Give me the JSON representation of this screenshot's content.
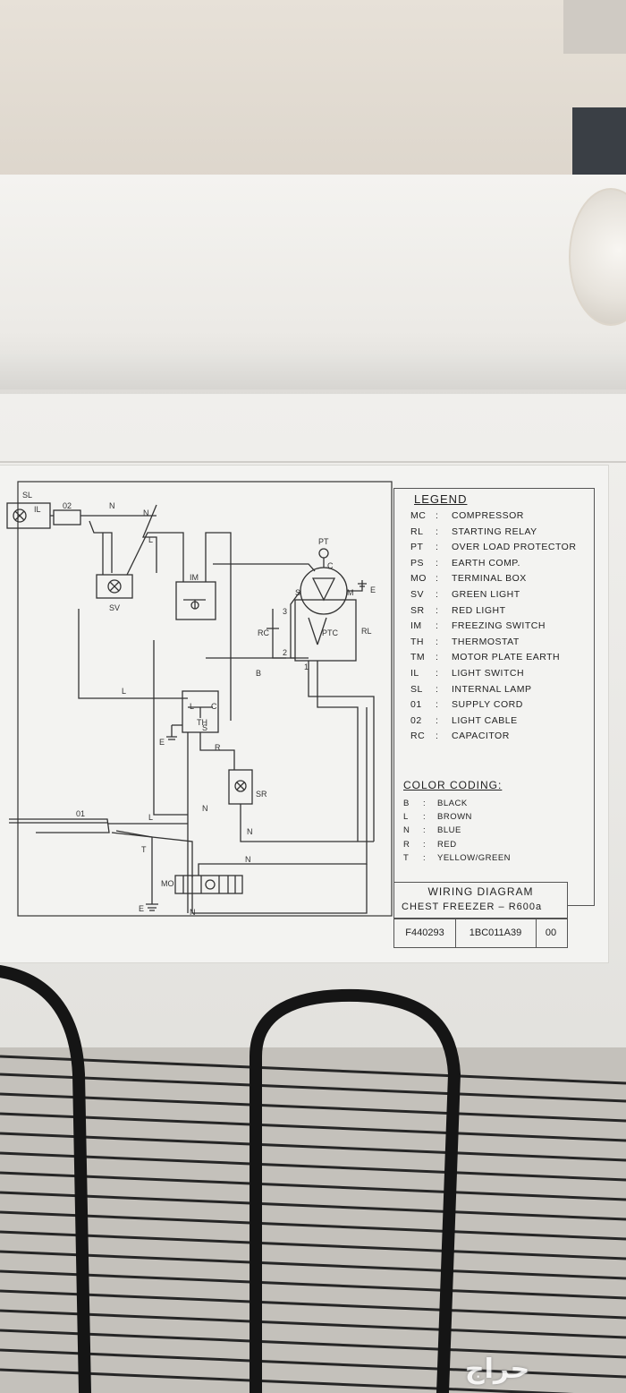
{
  "scene": {
    "watermark": "حراج"
  },
  "legend": {
    "title": "LEGEND",
    "items": [
      {
        "code": "MC",
        "label": "COMPRESSOR"
      },
      {
        "code": "RL",
        "label": "STARTING RELAY"
      },
      {
        "code": "PT",
        "label": "OVER LOAD PROTECTOR"
      },
      {
        "code": "PS",
        "label": "EARTH COMP."
      },
      {
        "code": "MO",
        "label": "TERMINAL BOX"
      },
      {
        "code": "SV",
        "label": "GREEN LIGHT"
      },
      {
        "code": "SR",
        "label": "RED LIGHT"
      },
      {
        "code": "IM",
        "label": "FREEZING SWITCH"
      },
      {
        "code": "TH",
        "label": "THERMOSTAT"
      },
      {
        "code": "TM",
        "label": "MOTOR PLATE EARTH"
      },
      {
        "code": "IL",
        "label": "LIGHT SWITCH"
      },
      {
        "code": "SL",
        "label": "INTERNAL LAMP"
      },
      {
        "code": "01",
        "label": "SUPPLY CORD"
      },
      {
        "code": "02",
        "label": "LIGHT CABLE"
      },
      {
        "code": "RC",
        "label": "CAPACITOR"
      }
    ]
  },
  "color_coding": {
    "title": "COLOR CODING:",
    "items": [
      {
        "code": "B",
        "label": "BLACK"
      },
      {
        "code": "L",
        "label": "BROWN"
      },
      {
        "code": "N",
        "label": "BLUE"
      },
      {
        "code": "R",
        "label": "RED"
      },
      {
        "code": "T",
        "label": "YELLOW/GREEN"
      }
    ]
  },
  "title_block": {
    "line1": "WIRING DIAGRAM",
    "line2": "CHEST FREEZER – R600a",
    "part_number": "F440293",
    "model_code": "1BC011A39",
    "revision": "00"
  },
  "diagram_labels": {
    "sl": "SL",
    "il": "IL",
    "o2": "02",
    "n1": "N",
    "n2": "N",
    "l1": "L",
    "sv": "SV",
    "im": "IM",
    "pt": "PT",
    "c": "C",
    "s": "S",
    "m": "M",
    "e1": "E",
    "three": "3",
    "two": "2",
    "one": "1",
    "rc": "RC",
    "ptc": "PTC",
    "rl": "RL",
    "b": "B",
    "l2": "L",
    "th": "TH",
    "l3": "L",
    "c2": "C",
    "s2": "S",
    "e2": "E",
    "r": "R",
    "sr": "SR",
    "n3": "N",
    "o1": "01",
    "l4": "L",
    "n4": "N",
    "t": "T",
    "n5": "N",
    "mo": "MO",
    "e3": "E",
    "n6": "N"
  }
}
